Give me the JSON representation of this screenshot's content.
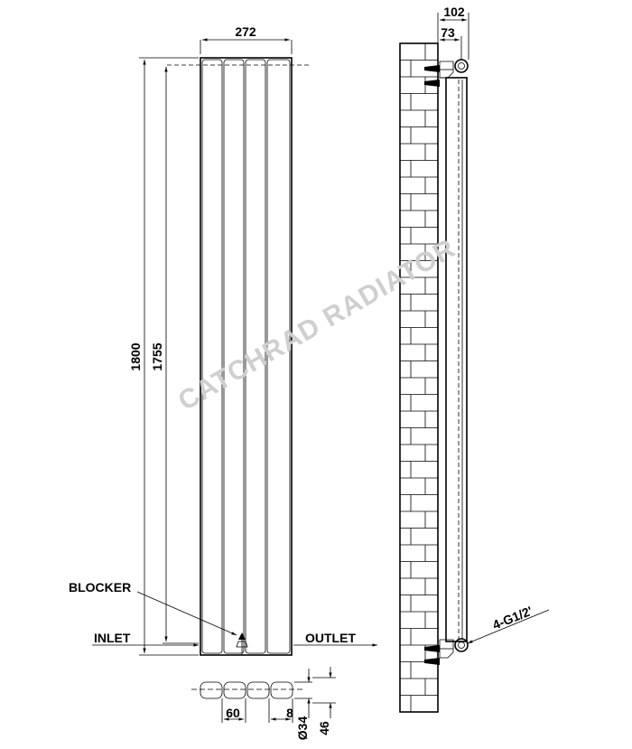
{
  "dimensions": {
    "width_total": "272",
    "height_total": "1800",
    "pipe_centres": "1755",
    "depth_total": "102",
    "depth_to_pipe": "73",
    "column_pitch": "60",
    "column_gap": "8",
    "tube_diameter": "Ø34",
    "tube_depth": "46"
  },
  "labels": {
    "blocker": "BLOCKER",
    "inlet": "INLET",
    "outlet": "OUTLET",
    "connection": "4-G1/2'"
  },
  "watermark": "CATCHRAD RADIATOR"
}
